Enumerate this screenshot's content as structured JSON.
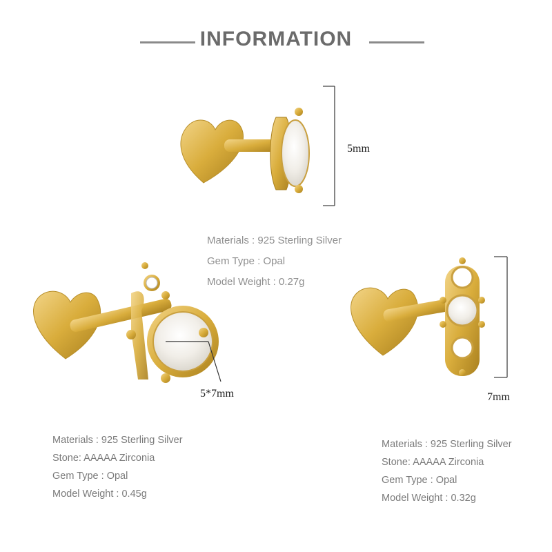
{
  "header": {
    "title": "INFORMATION"
  },
  "product_top": {
    "dimension": "5mm",
    "specs": [
      "Materials : 925 Sterling Silver",
      "Gem Type : Opal",
      "Model Weight : 0.27g"
    ]
  },
  "product_left": {
    "dimension": "5*7mm",
    "specs": [
      "Materials : 925 Sterling Silver",
      "Stone: AAAAA Zirconia",
      "Gem Type : Opal",
      "Model Weight : 0.45g"
    ]
  },
  "product_right": {
    "dimension": "7mm",
    "specs": [
      "Materials : 925 Sterling Silver",
      "Stone: AAAAA Zirconia",
      "Gem Type : Opal",
      "Model Weight : 0.32g"
    ]
  },
  "colors": {
    "gold": "#d9ad3c",
    "gold_dark": "#a9801f",
    "opal": "#f3f1ec",
    "title": "#6b6b6b"
  }
}
